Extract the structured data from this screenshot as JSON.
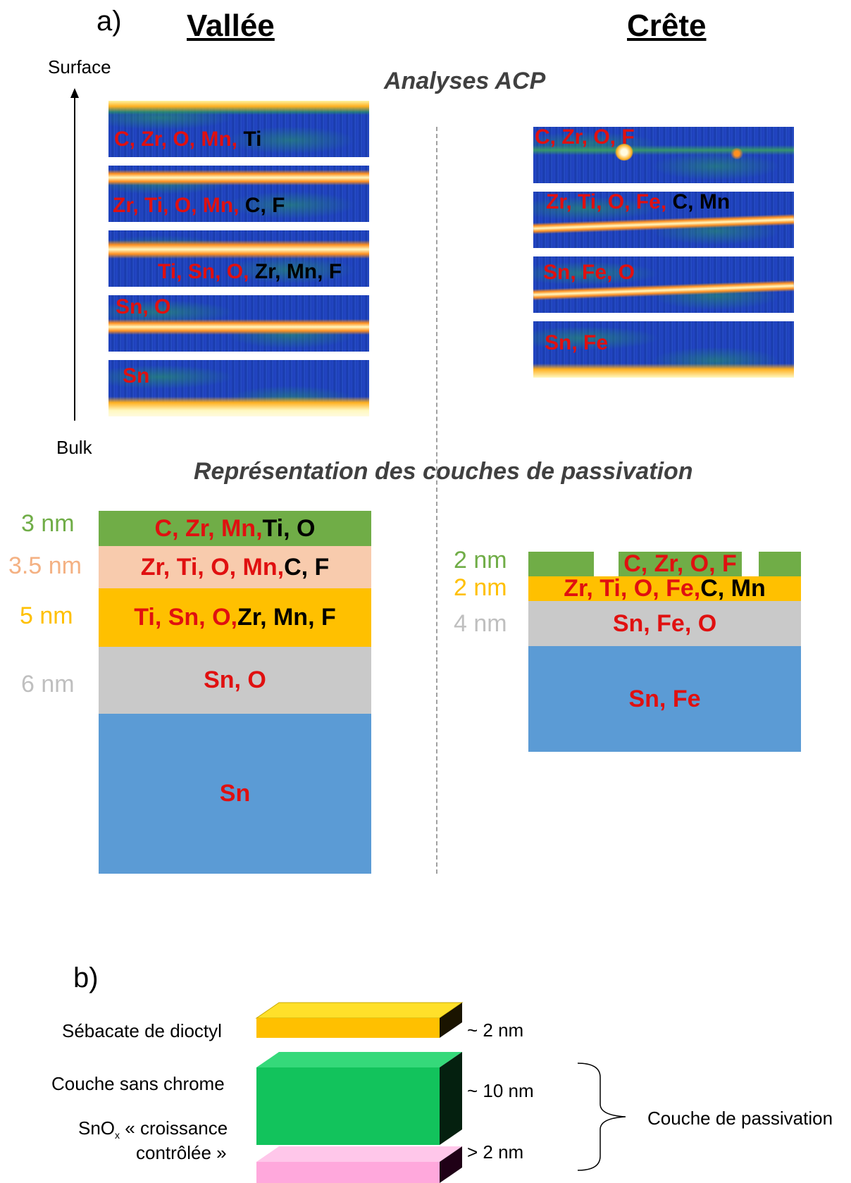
{
  "panel_a": {
    "label": "a)",
    "col_left_title": "Vallée",
    "col_right_title": "Crête",
    "axis_top": "Surface",
    "axis_bottom": "Bulk",
    "section1_title": "Analyses ACP",
    "section2_title": "Représentation des couches de passivation",
    "vallee_maps": [
      {
        "red": "C, Zr, O, Mn,",
        "black": " Ti"
      },
      {
        "red": "Zr, Ti, O, Mn,",
        "black": " C, F"
      },
      {
        "red": "Ti, Sn, O,",
        "black": " Zr, Mn, F"
      },
      {
        "red": "Sn, O",
        "black": ""
      },
      {
        "red": "Sn",
        "black": ""
      }
    ],
    "crete_maps": [
      {
        "red": "C, Zr, O, F",
        "black": ""
      },
      {
        "red": "Zr, Ti, O, Fe,",
        "black": " C, Mn"
      },
      {
        "red": "Sn, Fe, O",
        "black": ""
      },
      {
        "red": "Sn, Fe",
        "black": ""
      }
    ],
    "vallee_layers": [
      {
        "thickness": "3 nm",
        "red": "C, Zr, Mn,",
        "black": " Ti, O",
        "color": "#70ad47",
        "thickness_color": "#70ad47"
      },
      {
        "thickness": "3.5 nm",
        "red": "Zr, Ti, O, Mn,",
        "black": " C, F",
        "color": "#f8cbad",
        "thickness_color": "#f4b183"
      },
      {
        "thickness": "5 nm",
        "red": "Ti, Sn, O,",
        "black": " Zr, Mn, F",
        "color": "#ffc000",
        "thickness_color": "#ffc000"
      },
      {
        "thickness": "6 nm",
        "red": "Sn, O",
        "black": "",
        "color": "#c9c9c9",
        "thickness_color": "#bfbfbf"
      },
      {
        "thickness": "",
        "red": "Sn",
        "black": "",
        "color": "#5b9bd5",
        "thickness_color": ""
      }
    ],
    "crete_layers": [
      {
        "thickness": "2 nm",
        "red": "C, Zr, O, F",
        "black": "",
        "color": "#70ad47",
        "thickness_color": "#70ad47"
      },
      {
        "thickness": "2 nm",
        "red": "Zr, Ti, O, Fe,",
        "black": " C, Mn",
        "color": "#ffc000",
        "thickness_color": "#ffc000"
      },
      {
        "thickness": "4 nm",
        "red": "Sn, Fe, O",
        "black": "",
        "color": "#c9c9c9",
        "thickness_color": "#bfbfbf"
      },
      {
        "thickness": "",
        "red": "Sn, Fe",
        "black": "",
        "color": "#5b9bd5",
        "thickness_color": ""
      }
    ]
  },
  "panel_b": {
    "label": "b)",
    "layer1_name": "Sébacate de dioctyl",
    "layer2_name": "Couche sans chrome",
    "layer3_name_main": "SnO",
    "layer3_name_sub": "x",
    "layer3_name_rest": " « croissance",
    "layer3_name_line2": "contrôlée »",
    "layer1_thickness": "~ 2 nm",
    "layer2_thickness": "~ 10 nm",
    "layer3_thickness": "> 2 nm",
    "brace_label": "Couche de passivation",
    "colors": {
      "top": "#ffe02a",
      "middle": "#12c35c",
      "bottom": "#ffa8dc"
    }
  }
}
